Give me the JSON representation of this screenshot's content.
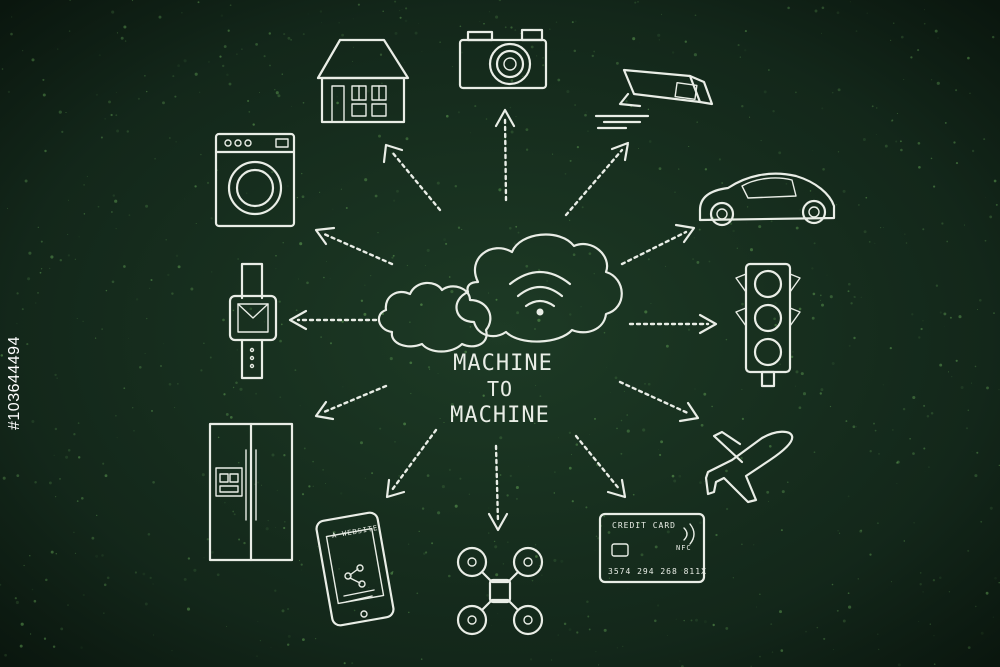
{
  "title": {
    "line1": "MACHINE",
    "line2": "TO",
    "line3": "MACHINE"
  },
  "labels": {
    "phone_screen": "A WEBSITE",
    "card_title": "CREDIT CARD",
    "card_nfc": "NFC",
    "card_number": "3574 294 268 811X"
  },
  "stock_id": "#103644494",
  "colors": {
    "chalkboard": "#13271a",
    "chalk": "#e9ede6",
    "speckle": "#7fd06a"
  },
  "icons": [
    "cloud-wifi-icon",
    "house-icon",
    "camera-icon",
    "security-camera-icon",
    "car-icon",
    "traffic-light-icon",
    "airplane-icon",
    "credit-card-icon",
    "drone-icon",
    "smartphone-icon",
    "refrigerator-icon",
    "smartwatch-icon",
    "washing-machine-icon"
  ]
}
